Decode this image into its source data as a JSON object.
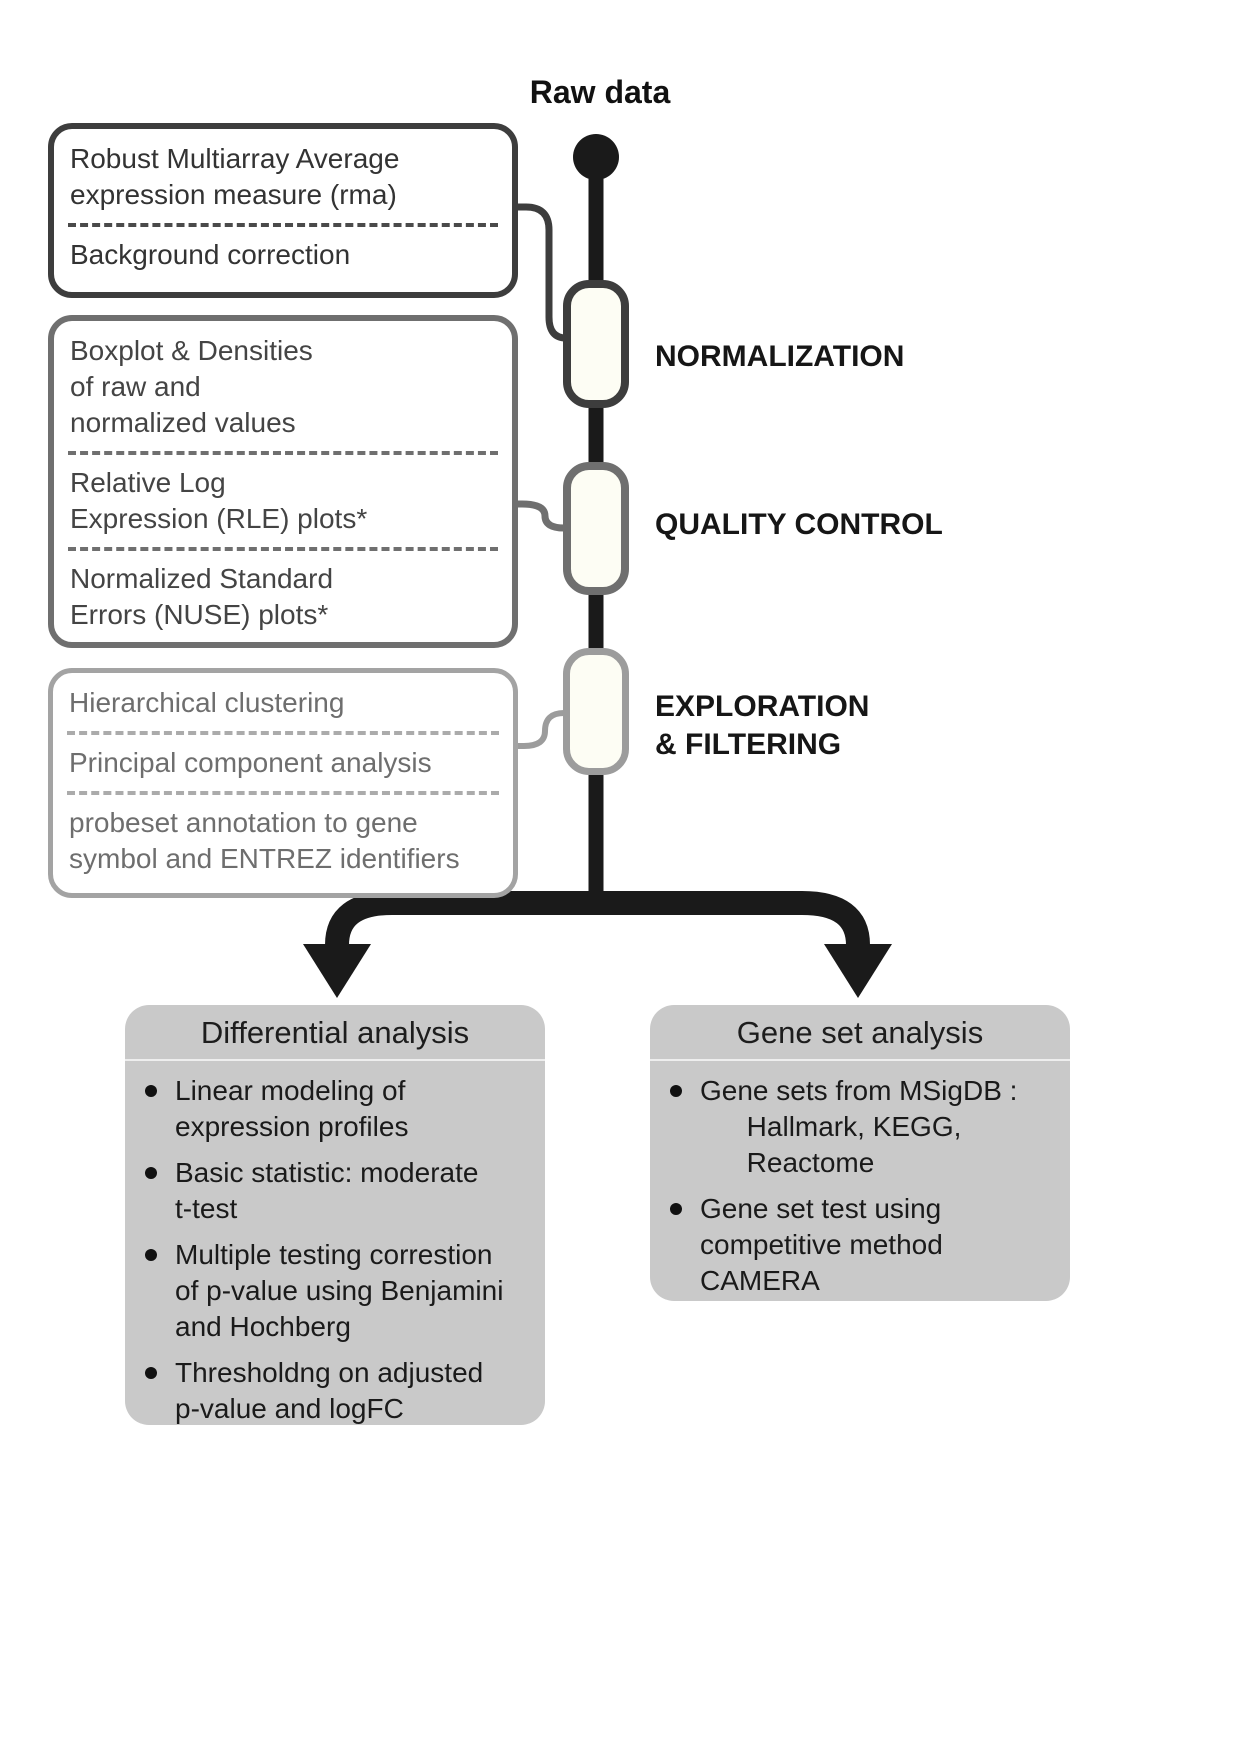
{
  "title": "Raw data",
  "colors": {
    "stage1_border": "#3d3d3d",
    "stage2_border": "#6f6f6f",
    "stage3_border": "#9c9c9c",
    "trunk": "#1a1a1a",
    "panel_bg": "#c9c9c9"
  },
  "stages": [
    {
      "label": "NORMALIZATION",
      "items": [
        "Robust Multiarray Average\nexpression measure (rma)",
        "Background correction"
      ]
    },
    {
      "label": "QUALITY CONTROL",
      "items": [
        "Boxplot & Densities\nof raw and\nnormalized values",
        "Relative Log\nExpression (RLE) plots*",
        "Normalized Standard\nErrors (NUSE) plots*"
      ]
    },
    {
      "label": "EXPLORATION\n& FILTERING",
      "items": [
        "Hierarchical clustering",
        "Principal component analysis",
        "probeset annotation to gene\nsymbol and ENTREZ identifiers"
      ]
    }
  ],
  "branches": [
    {
      "title": "Differential analysis",
      "bullets": [
        "Linear modeling of\nexpression profiles",
        "Basic statistic: moderate\nt-test",
        "Multiple testing correstion\nof p-value using Benjamini\nand Hochberg",
        "Thresholdng on adjusted\np-value and logFC"
      ]
    },
    {
      "title": "Gene set analysis",
      "bullets": [
        "Gene sets from MSigDB :\n      Hallmark, KEGG,\n      Reactome",
        "Gene set test using\ncompetitive method\nCAMERA"
      ]
    }
  ]
}
